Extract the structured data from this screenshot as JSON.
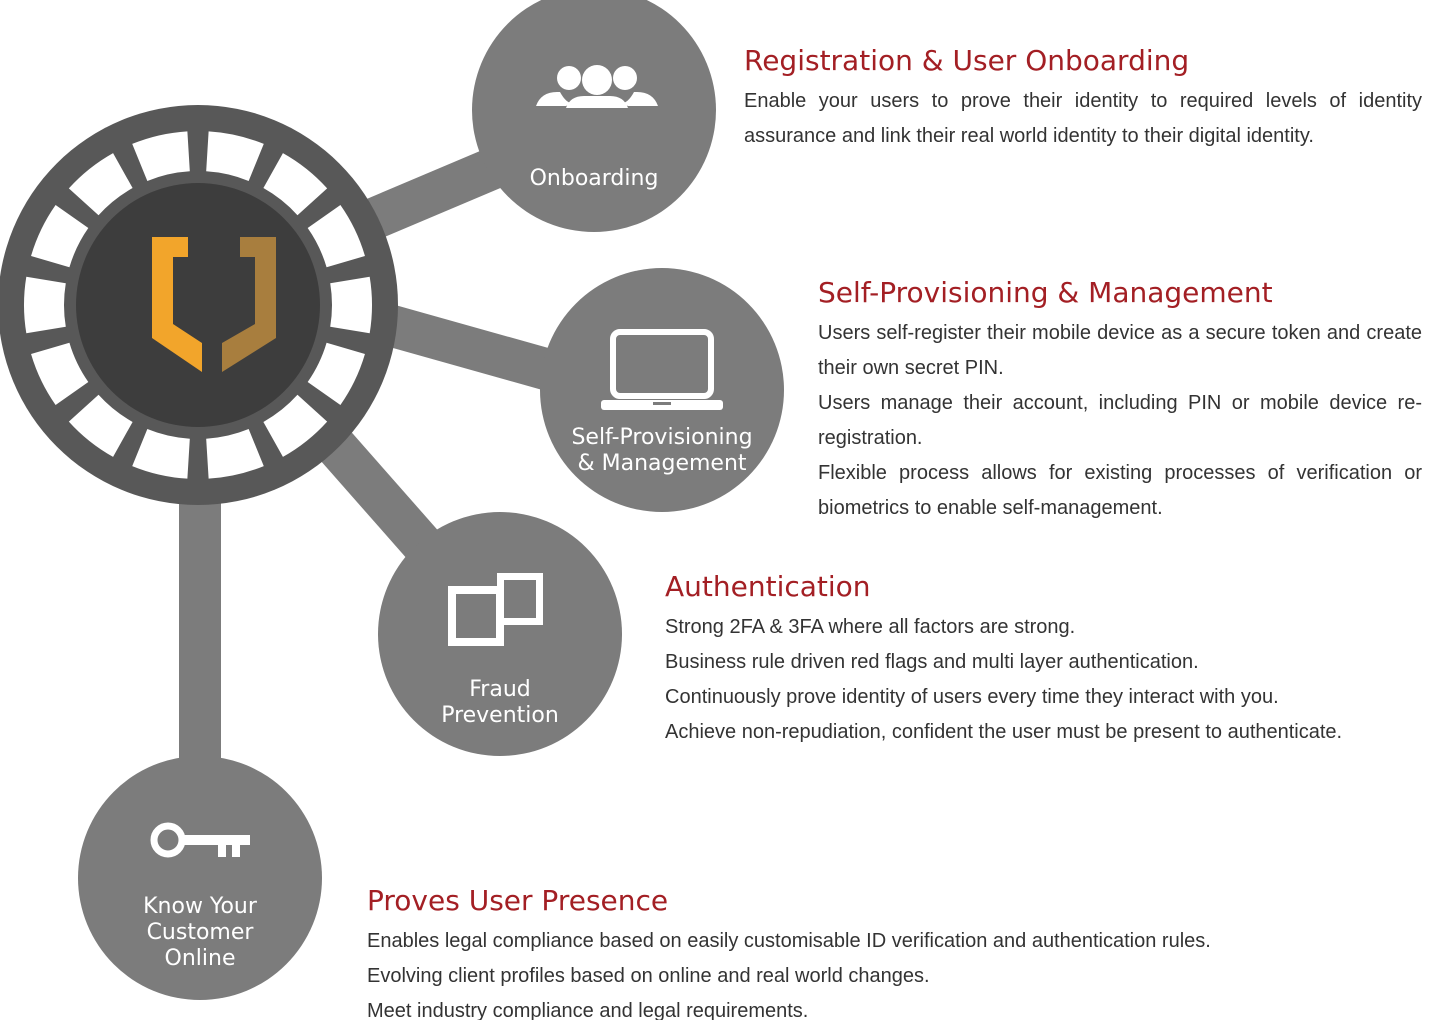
{
  "colors": {
    "hub_outer": "#585858",
    "hub_inner": "#3d3d3d",
    "node_fill": "#7c7c7c",
    "connector": "#7c7c7c",
    "heading": "#a31f24",
    "body_text": "#333333",
    "shield_left": "#f2a52b",
    "shield_right": "#a87e3e"
  },
  "hub": {
    "icon": "shield-logo-icon"
  },
  "nodes": [
    {
      "id": "onboarding",
      "label": "Onboarding",
      "icon": "users-group-icon"
    },
    {
      "id": "self",
      "label": "Self-Provisioning\n& Management",
      "icon": "laptop-icon"
    },
    {
      "id": "fraud",
      "label": "Fraud\nPrevention",
      "icon": "stacked-frames-icon"
    },
    {
      "id": "kyc",
      "label": "Know Your\nCustomer\nOnline",
      "icon": "key-icon"
    }
  ],
  "sections": [
    {
      "heading": "Registration & User Onboarding",
      "body": [
        "Enable your users to prove their identity to required levels of identity assurance and link their real world identity to their digital identity."
      ]
    },
    {
      "heading": "Self-Provisioning & Management",
      "body": [
        "Users self-register their mobile device as a secure token and create their own secret PIN.",
        "Users manage their account, including PIN or mobile device re-registration.",
        "Flexible process allows for existing processes of verification or biometrics to enable self-management."
      ]
    },
    {
      "heading": "Authentication",
      "body": [
        "Strong 2FA & 3FA where all factors are strong.",
        "Business rule driven red flags and multi layer authentication.",
        "Continuously prove identity of users every time they interact with you.",
        "Achieve non-repudiation, confident the user must be present to authenticate."
      ]
    },
    {
      "heading": "Proves User Presence",
      "body": [
        "Enables legal compliance based on easily customisable ID verification and authentication rules.",
        "Evolving client profiles based on online and real world changes.",
        "Meet industry compliance and legal requirements."
      ]
    }
  ]
}
